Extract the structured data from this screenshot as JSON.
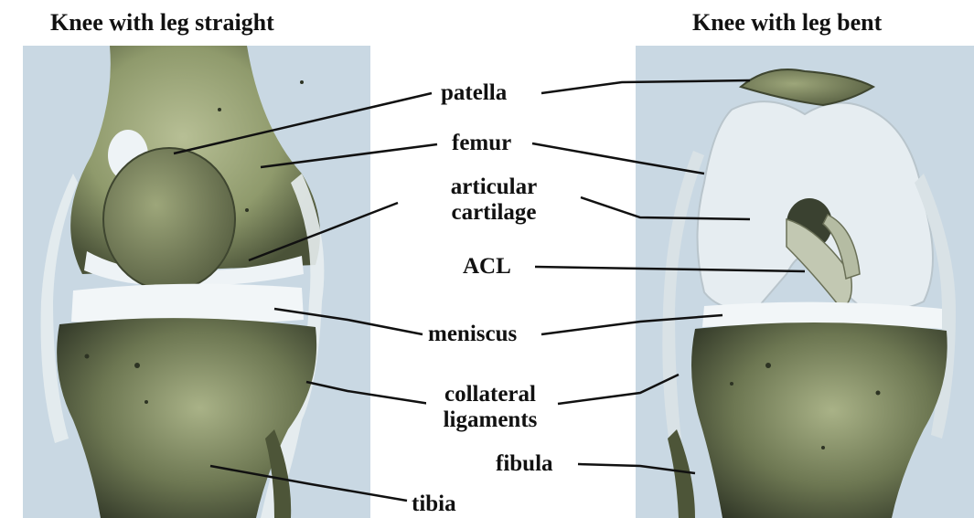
{
  "titles": {
    "left": "Knee with leg straight",
    "right": "Knee with leg bent"
  },
  "labels": {
    "patella": "patella",
    "femur": "femur",
    "articular_1": "articular",
    "articular_2": "cartilage",
    "acl": "ACL",
    "meniscus": "meniscus",
    "collateral_1": "collateral",
    "collateral_2": "ligaments",
    "fibula": "fibula",
    "tibia": "tibia"
  },
  "colors": {
    "background_panel": "#c9d8e3",
    "bone": "#8f9a6c",
    "bone_dark": "#3e4530",
    "cartilage": "#eef3f6",
    "leader_line": "#111111"
  }
}
